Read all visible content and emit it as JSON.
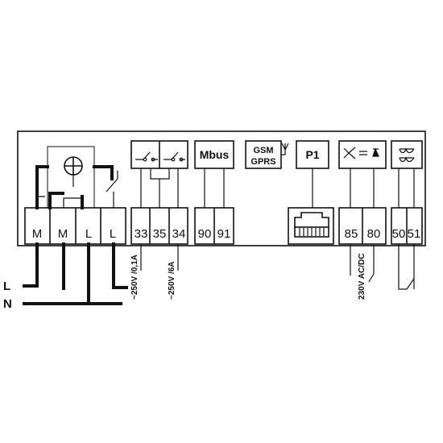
{
  "terminals": [
    "M",
    "M",
    "L",
    "L",
    "33",
    "35",
    "34",
    "90",
    "91",
    "85",
    "80",
    "50",
    "51"
  ],
  "modules": {
    "mbus": "Mbus",
    "gsm_line1": "GSM",
    "gsm_line2": "GPRS",
    "p1": "P1"
  },
  "line_labels": {
    "l": "L",
    "n": "N"
  },
  "ratings": {
    "relay1": "~250V /0,1A",
    "relay2": "~250V /6A",
    "supply": "230V AC/DC"
  }
}
